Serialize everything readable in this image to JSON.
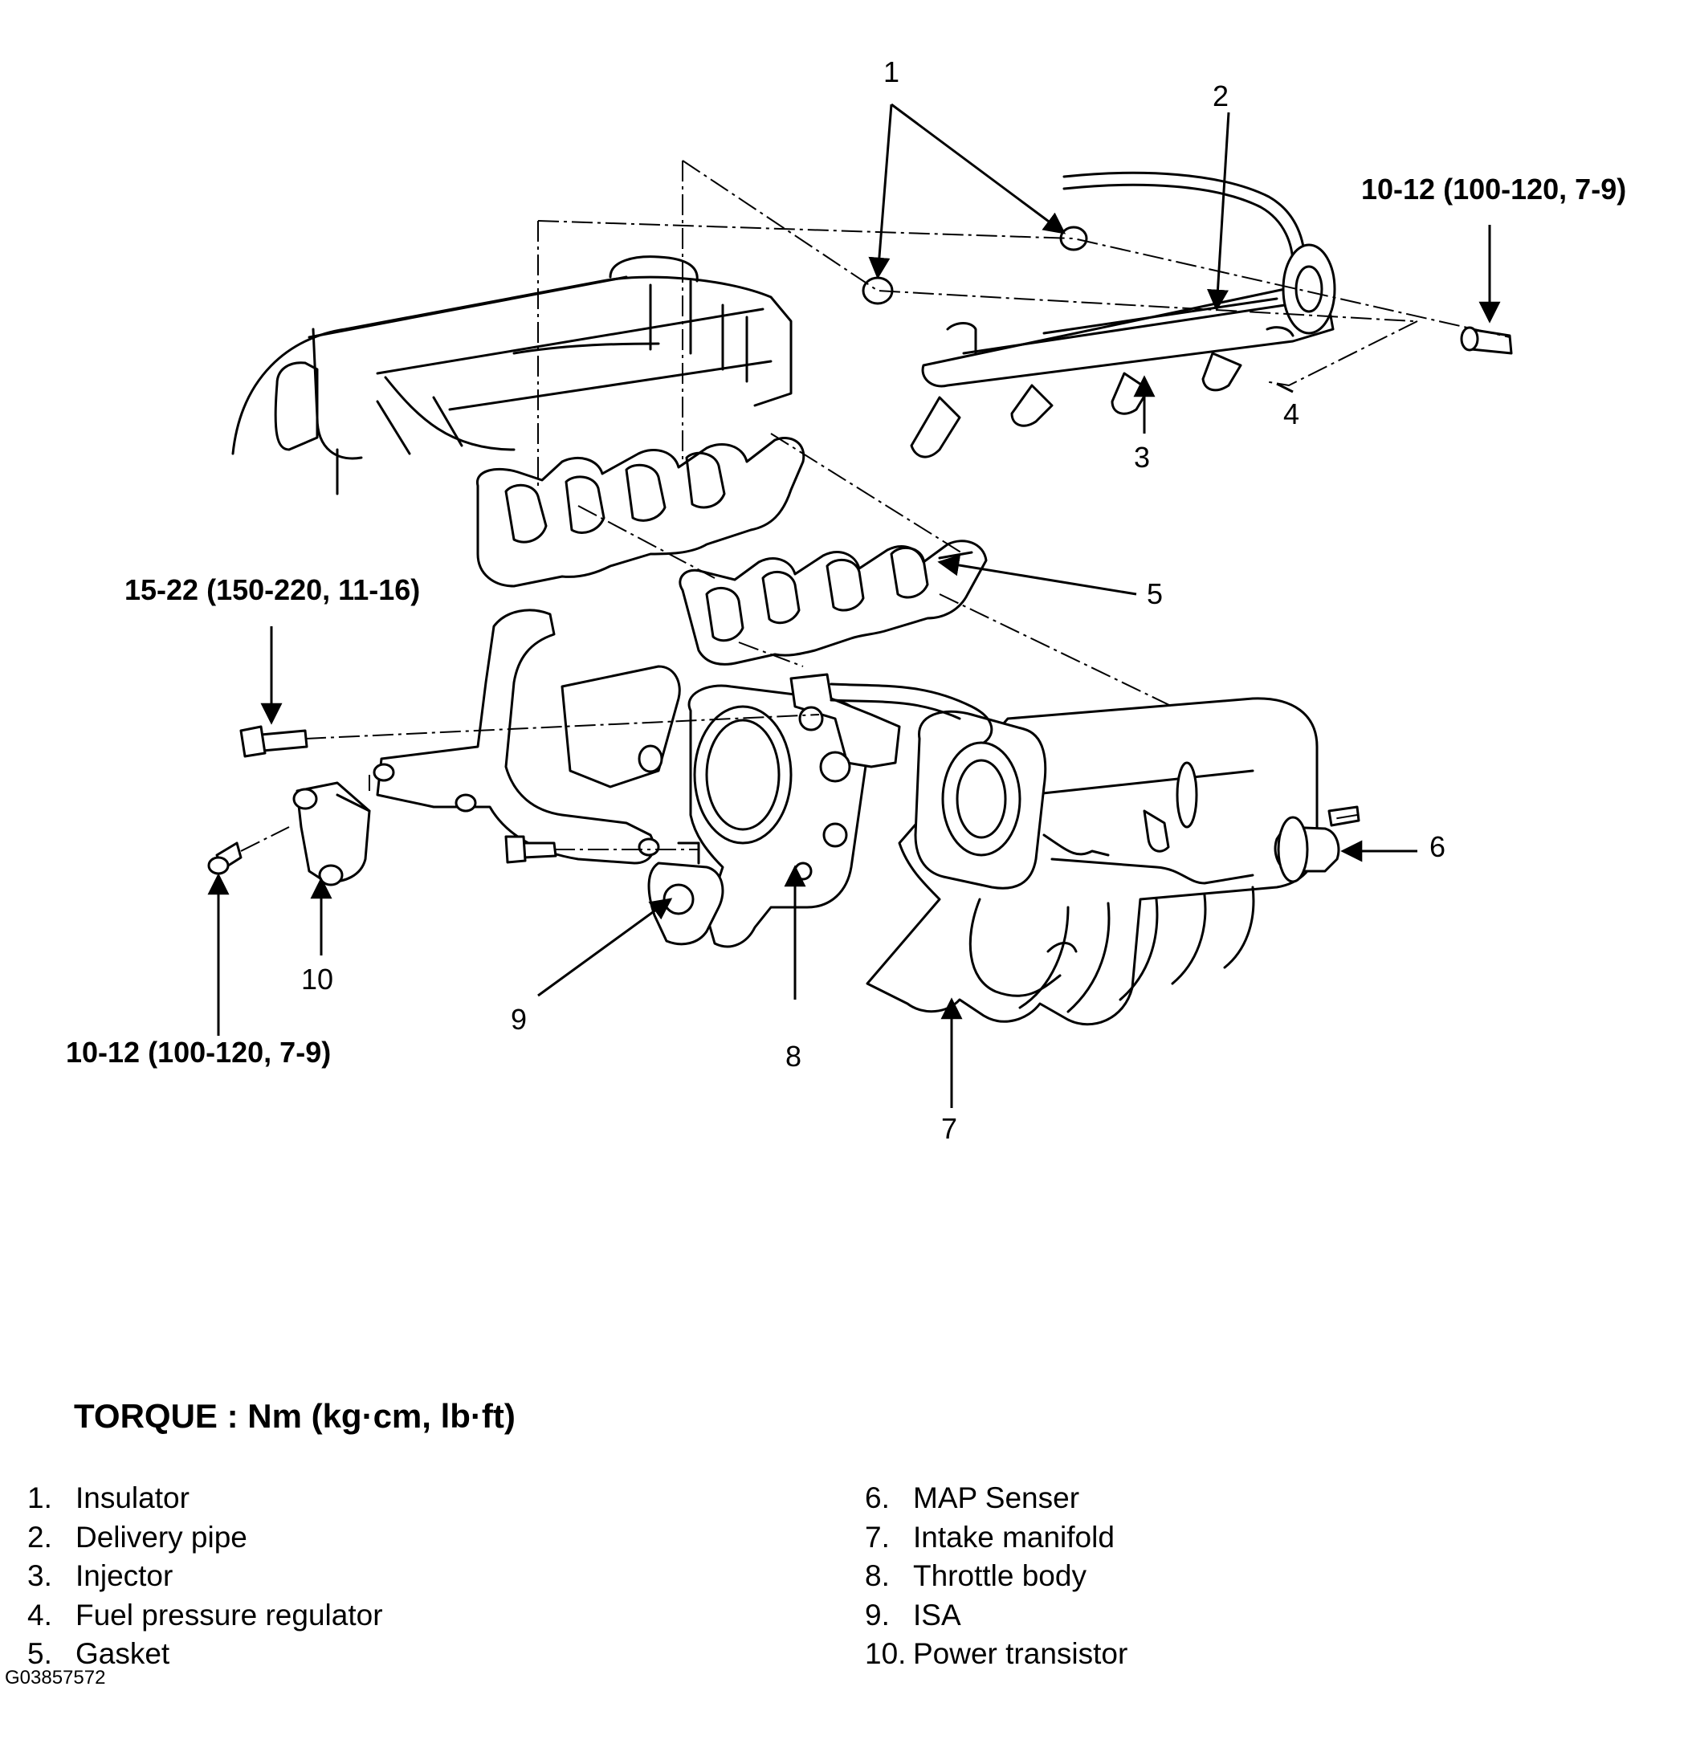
{
  "callouts": [
    "1",
    "2",
    "3",
    "4",
    "5",
    "6",
    "7",
    "8",
    "9",
    "10"
  ],
  "torque_specs": {
    "delivery_pipe_bolt": "10-12 (100-120, 7-9)",
    "manifold_stay_bolt": "15-22 (150-220, 11-16)",
    "power_transistor_bolt": "10-12 (100-120, 7-9)"
  },
  "legend": {
    "title": "TORQUE : Nm (kg·cm, lb·ft)",
    "items": [
      {
        "num": "1.",
        "label": "Insulator"
      },
      {
        "num": "2.",
        "label": "Delivery pipe"
      },
      {
        "num": "3.",
        "label": "Injector"
      },
      {
        "num": "4.",
        "label": "Fuel pressure regulator"
      },
      {
        "num": "5.",
        "label": "Gasket"
      },
      {
        "num": "6.",
        "label": "MAP Senser"
      },
      {
        "num": "7.",
        "label": "Intake manifold"
      },
      {
        "num": "8.",
        "label": "Throttle body"
      },
      {
        "num": "9.",
        "label": "ISA"
      },
      {
        "num": "10.",
        "label": "Power transistor"
      }
    ]
  },
  "figure_id": "G03857572"
}
